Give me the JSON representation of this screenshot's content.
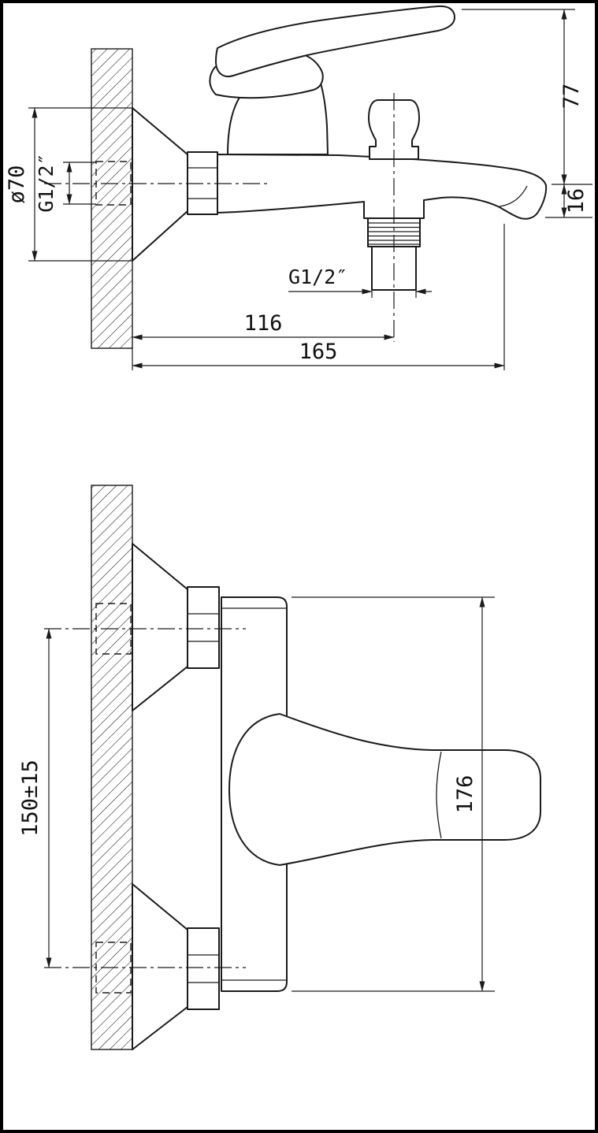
{
  "colors": {
    "ink": "#1a1a1a",
    "paper": "#ffffff"
  },
  "side_view": {
    "escutcheon_diameter": "ø70",
    "inlet_thread": "G1/2″",
    "overall_height": "77",
    "spout_drop": "16",
    "outlet_thread": "G1/2″",
    "outlet_offset": "116",
    "spout_reach": "165"
  },
  "front_view": {
    "mounting_centers": "150±15",
    "overall_height": "176"
  }
}
